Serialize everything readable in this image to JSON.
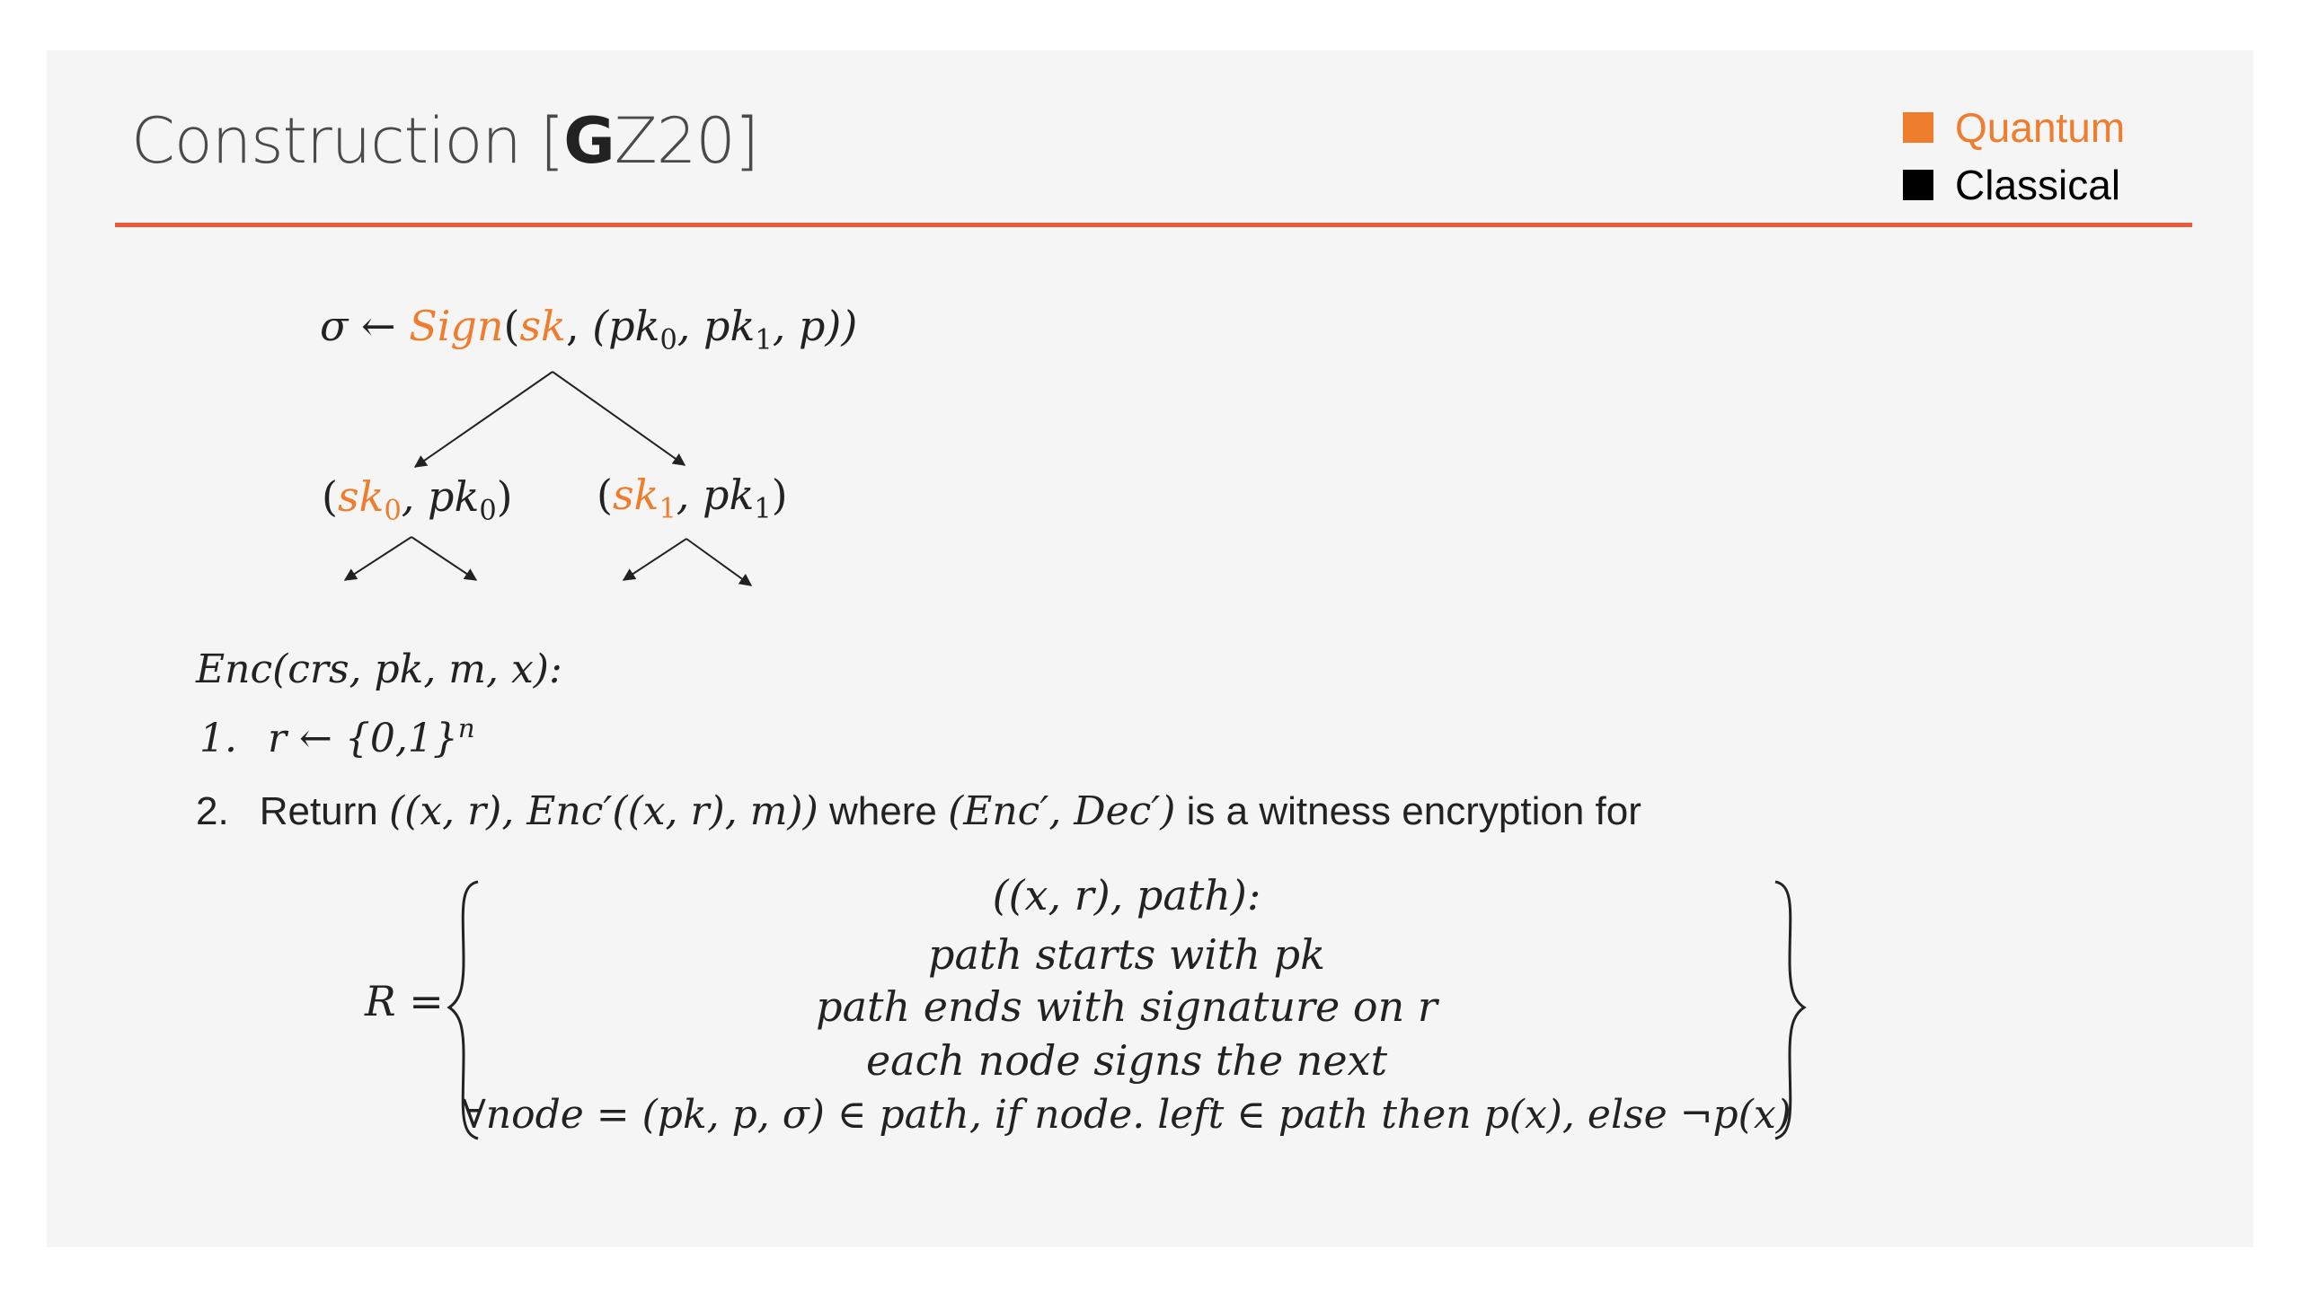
{
  "slide": {
    "title_pre": "Construction [",
    "title_bold": "G",
    "title_post": "Z20]"
  },
  "legend": [
    {
      "label": "Quantum",
      "color": "#ef7d2e"
    },
    {
      "label": "Classical",
      "color": "#000000"
    }
  ],
  "tree": {
    "root": {
      "sigma": "σ",
      "arrow": " ← ",
      "sign": "Sign",
      "sk": "sk",
      "args": "(pk",
      "sub0": "0",
      "comma": ", pk",
      "sub1": "1",
      "p_end": ", p))"
    },
    "left_node": {
      "open": "(",
      "sk": "sk",
      "sub_sk": "0",
      "mid": ", pk",
      "sub_pk": "0",
      "close": ")"
    },
    "right_node": {
      "open": "(",
      "sk": "sk",
      "sub_sk": "1",
      "mid": ", pk",
      "sub_pk": "1",
      "close": ")"
    }
  },
  "enc": {
    "header": "Enc(crs, pk, m, x):",
    "step1_num": "1.",
    "step1_expr": "r ← {0,1}",
    "step1_sup": "n",
    "step2_num": "2.",
    "step2_return": "Return",
    "step2_expr": "((x, r), Enc′((x, r), m))",
    "step2_where": "where",
    "step2_pair": "(Enc′, Dec′)",
    "step2_tail": "is a witness encryption for"
  },
  "relation": {
    "lhs": "R =",
    "lines": [
      "((x, r), path):",
      "path starts with pk",
      "path ends with signature on r",
      "each node signs the next",
      "∀node = (pk, p, σ) ∈ path, if node. left ∈ path then p(x), else ¬p(x)"
    ]
  },
  "colors": {
    "accent_rule": "#ea5a38",
    "quantum": "#ef7d2e",
    "classical": "#000000",
    "slide_bg": "#f5f5f5"
  }
}
